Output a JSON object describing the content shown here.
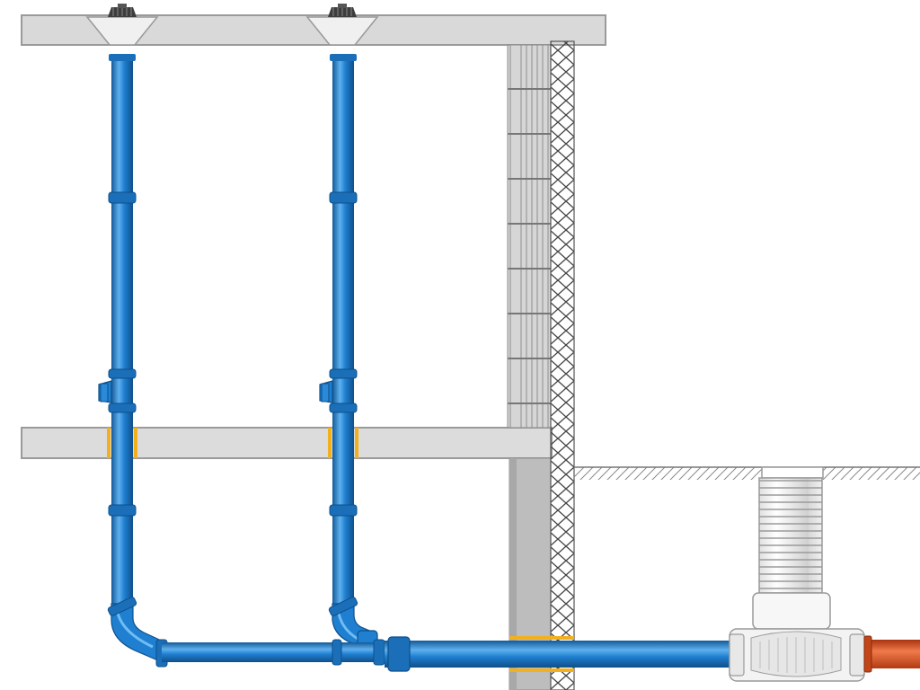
{
  "colors": {
    "background": "#ffffff",
    "slab": "#d9d9d9",
    "slab_edge": "#9a9a9a",
    "wall": "#cfcfcf",
    "wall_dark": "#a8a8a8",
    "insulation_line": "#555555",
    "pipe": "#1f7fd0",
    "pipe_dark": "#135a99",
    "pipe_light": "#5fb0ee",
    "sealing_ring": "#f2b01e",
    "sewer_pipe": "#d94a1e",
    "inspection_shaft": "#f3f3f3",
    "drain_grate": "#404040",
    "ground_hatch": "#8a8a8a"
  },
  "components": {
    "roof_drains": 2,
    "downpipes": 2,
    "cleanout_fittings": 2,
    "wall_penetration_seal": "sealing_ring",
    "inspection_chamber": "corrugated_shaft",
    "sewer_connection": "sewer_pipe"
  }
}
